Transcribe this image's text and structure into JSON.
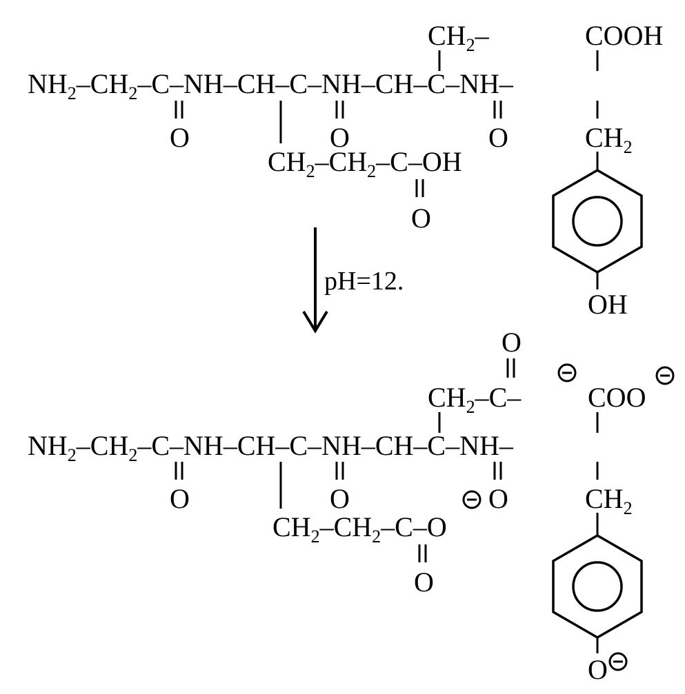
{
  "reactant": {
    "main_chain": [
      "NH",
      "2",
      "–CH",
      "2",
      "–C–NH–CH–C–NH–CH–C–NH–"
    ],
    "carbonyl_o": [
      "O",
      "O",
      "O"
    ],
    "ala_side_chain": [
      "CH",
      "2",
      "–"
    ],
    "tyr_carboxyl": "COOH",
    "glu_side_chain": [
      "CH",
      "2",
      "–CH",
      "2",
      "–C–OH"
    ],
    "glu_carbonyl_o": "O",
    "tyr_ch2": [
      "CH",
      "2"
    ],
    "phenol_oh": "OH"
  },
  "conditions": {
    "arrow_label": "pH=12."
  },
  "product": {
    "main_chain": [
      "NH",
      "2",
      "–CH",
      "2",
      "–C–NH–CH–C–NH–CH–C–NH–"
    ],
    "carbonyl_o": [
      "O",
      "O",
      "O"
    ],
    "side_carbonyl_o": "O",
    "ala_side_chain": [
      "CH",
      "2",
      "–C–"
    ],
    "tyr_carboxylate": "COO",
    "glu_side_chain": [
      "CH",
      "2",
      "–CH",
      "2",
      "–C–O"
    ],
    "glu_carbonyl_o": "O",
    "tyr_ch2": [
      "CH",
      "2"
    ],
    "phenolate_o": "O",
    "charge_symbol": "−"
  }
}
